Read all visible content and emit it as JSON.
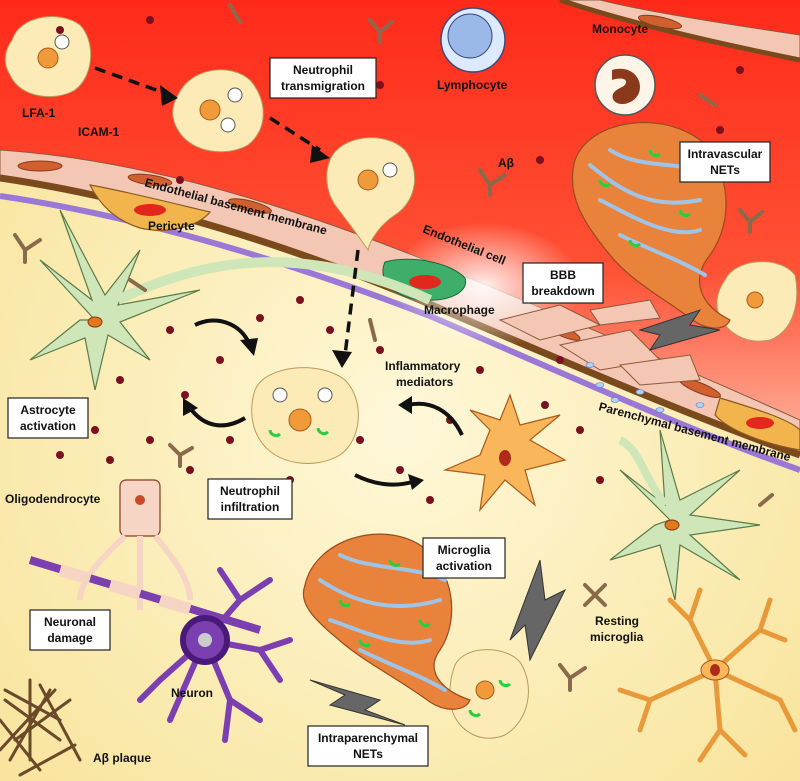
{
  "labels": {
    "lfa1": "LFA-1",
    "icam1": "ICAM-1",
    "lymphocyte": "Lymphocyte",
    "monocyte": "Monocyte",
    "abeta": "Aβ",
    "endothelial_bm": "Endothelial basement membrane",
    "pericyte": "Pericyte",
    "endothelial_cell": "Endothelial cell",
    "macrophage": "Macrophage",
    "inflammatory_mediators_1": "Inflammatory",
    "inflammatory_mediators_2": "mediators",
    "parenchymal_bm": "Parenchymal basement membrane",
    "oligodendrocyte": "Oligodendrocyte",
    "neuron": "Neuron",
    "abeta_plaque": "Aβ plaque",
    "resting_microglia_1": "Resting",
    "resting_microglia_2": "microglia"
  },
  "boxes": {
    "neutrophil_transmigration": [
      "Neutrophil",
      "transmigration"
    ],
    "intravascular_nets": [
      "Intravascular",
      "NETs"
    ],
    "bbb_breakdown": [
      "BBB",
      "breakdown"
    ],
    "astrocyte_activation": [
      "Astrocyte",
      "activation"
    ],
    "neutrophil_infiltration": [
      "Neutrophil",
      "infiltration"
    ],
    "microglia_activation": [
      "Microglia",
      "activation"
    ],
    "neuronal_damage": [
      "Neuronal",
      "damage"
    ],
    "intraparenchymal_nets": [
      "Intraparenchymal",
      "NETs"
    ]
  },
  "colors": {
    "vessel": "#ff3a2a",
    "vessel_light": "#ffd2c6",
    "parenchyma": "#fdf0b8",
    "endothelium": "#f4c6b4",
    "basement": "#7a4a1c",
    "parenchymal_bm": "#9b77d6",
    "astrocyte": "#cfe6b8",
    "neutrophil": "#fcebb6",
    "net": "#e9833c",
    "microglia_active": "#f9b65a",
    "neuron": "#7b3fb0",
    "macrophage": "#3fae6a"
  }
}
